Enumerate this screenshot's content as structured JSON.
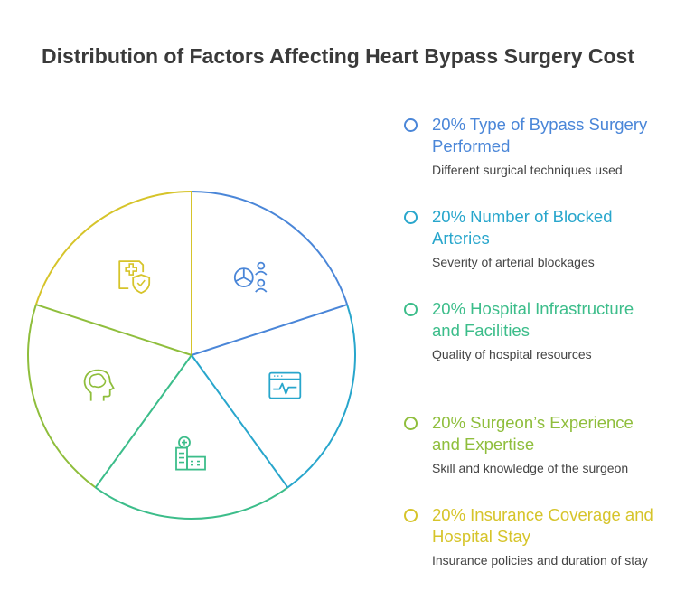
{
  "chart_data": {
    "type": "pie",
    "title": "Distribution of Factors Affecting Heart Bypass Surgery Cost",
    "slices": [
      {
        "label": "Type of Bypass Surgery Performed",
        "value": 20,
        "percent_label": "20%",
        "description": "Different surgical techniques used",
        "color": "#4a86d8",
        "icon": "pie-chart-people-icon"
      },
      {
        "label": "Number of Blocked Arteries",
        "value": 20,
        "percent_label": "20%",
        "description": "Severity of arterial blockages",
        "color": "#28a6cc",
        "icon": "heart-monitor-screen-icon"
      },
      {
        "label": "Hospital Infrastructure and Facilities",
        "value": 20,
        "percent_label": "20%",
        "description": "Quality of hospital resources",
        "color": "#3cbd8a",
        "icon": "hospital-building-icon"
      },
      {
        "label": "Surgeon’s Experience and Expertise",
        "value": 20,
        "percent_label": "20%",
        "description": "Skill and knowledge of the surgeon",
        "color": "#8fbe3c",
        "icon": "head-brain-icon"
      },
      {
        "label": "Insurance Coverage and Hospital Stay",
        "value": 20,
        "percent_label": "20%",
        "description": "Insurance policies and duration of stay",
        "color": "#d6c42a",
        "icon": "medical-document-shield-icon"
      }
    ]
  }
}
